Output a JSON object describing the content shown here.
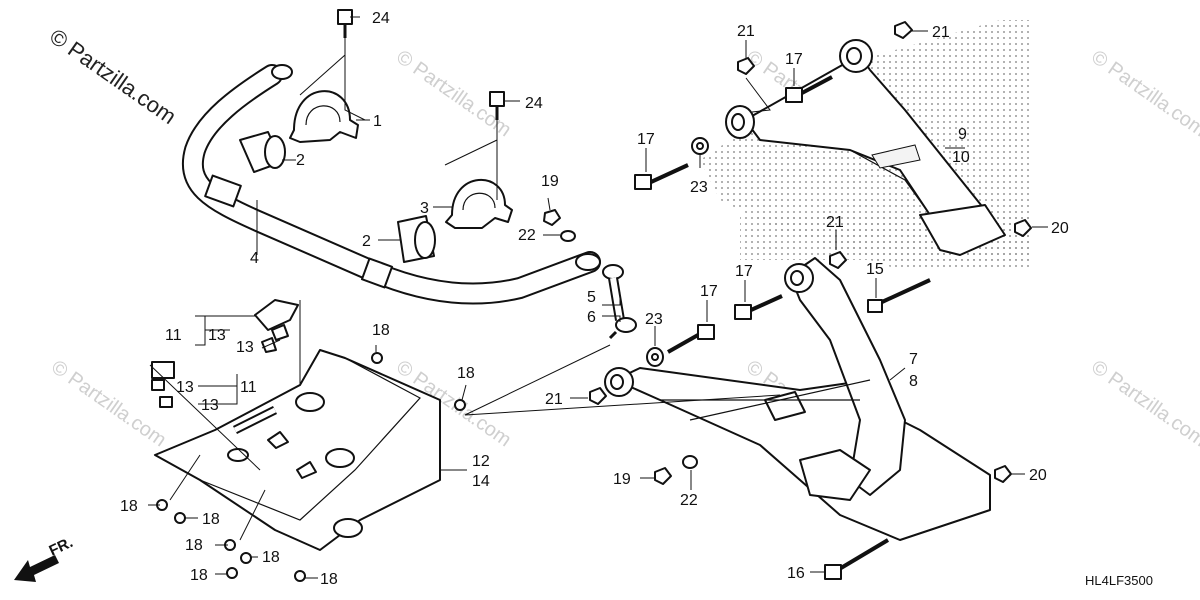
{
  "watermark": {
    "main": "© Partzilla.com",
    "ghost": "© Partzilla.com"
  },
  "diagram_code": "HL4LF3500",
  "front_indicator": "FR.",
  "callouts": {
    "c1": "1",
    "c2a": "2",
    "c2b": "2",
    "c3": "3",
    "c4": "4",
    "c5": "5",
    "c6": "6",
    "c7": "7",
    "c8": "8",
    "c9": "9",
    "c10": "10",
    "c11a": "11",
    "c11b": "11",
    "c12": "12",
    "c13a": "13",
    "c13b": "13",
    "c13c": "13",
    "c13d": "13",
    "c14": "14",
    "c15": "15",
    "c16": "16",
    "c17a": "17",
    "c17b": "17",
    "c17c": "17",
    "c17d": "17",
    "c18a": "18",
    "c18b": "18",
    "c18c": "18",
    "c18d": "18",
    "c18e": "18",
    "c18f": "18",
    "c18g": "18",
    "c18h": "18",
    "c19a": "19",
    "c19b": "19",
    "c20a": "20",
    "c20b": "20",
    "c21a": "21",
    "c21b": "21",
    "c21c": "21",
    "c21d": "21",
    "c22a": "22",
    "c22b": "22",
    "c23a": "23",
    "c23b": "23",
    "c24a": "24",
    "c24b": "24"
  }
}
